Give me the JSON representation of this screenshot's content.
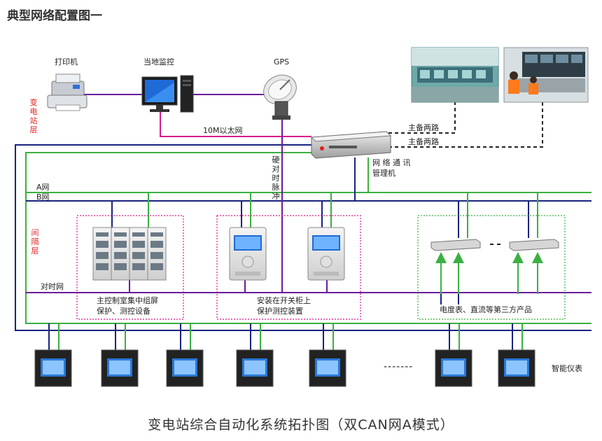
{
  "page_title": "典型网络配置图一",
  "caption": "变电站综合自动化系统拓扑图（双CAN网A模式）",
  "station_layer": {
    "label": "变电站层",
    "printer": "打印机",
    "monitor": "当地监控",
    "gps": "GPS",
    "ethernet": "10M以太网",
    "route_1": "主备两路",
    "route_2": "主备两路"
  },
  "manager": {
    "label_line1": "网 络 通 讯",
    "label_line2": "管理机"
  },
  "hard_pulse": "硬对时脉冲",
  "networks": {
    "a": "A网",
    "b": "B网",
    "time": "对时网"
  },
  "bay_layer": {
    "label": "间隔层",
    "group1": {
      "line1": "主控制室集中组屏",
      "line2": "保护、测控设备"
    },
    "group2": {
      "line1": "安装在开关柜上",
      "line2": "保护测控装置"
    },
    "group3": "电度表、直流等第三方产品"
  },
  "meters": {
    "label": "智能仪表",
    "ellipsis": "-------"
  },
  "colors": {
    "blue": "#1a237e",
    "green": "#3cb043",
    "purple": "#6a1b9a",
    "magenta": "#d81b8c",
    "red": "#e02020"
  }
}
